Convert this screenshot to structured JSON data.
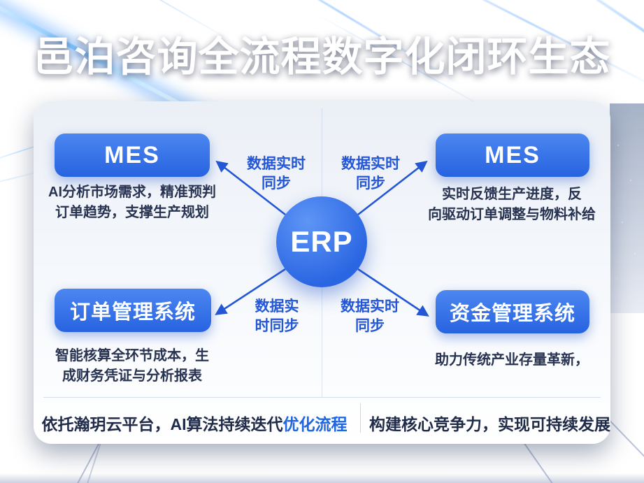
{
  "title": "邑泊咨询全流程数字化闭环生态",
  "center": {
    "label": "ERP"
  },
  "nodes": {
    "top_left": {
      "label": "MES",
      "desc": [
        "AI分析市场需求，精准预判",
        "订单趋势，支撑生产规划"
      ]
    },
    "top_right": {
      "label": "MES",
      "desc": [
        "实时反馈生产进度，反",
        "向驱动订单调整与物料补给"
      ]
    },
    "bottom_left": {
      "label": "订单管理系统",
      "desc": [
        "智能核算全环节成本，生",
        "成财务凭证与分析报表"
      ]
    },
    "bottom_right": {
      "label": "资金管理系统",
      "desc": [
        "助力传统产业存量革新，"
      ]
    }
  },
  "sync_labels": {
    "top_left": {
      "lines": [
        "数据实时",
        "同步"
      ]
    },
    "top_right": {
      "lines": [
        "数据实时",
        "同步"
      ]
    },
    "bottom_left": {
      "lines": [
        "数据实",
        "时同步"
      ]
    },
    "bottom_right": {
      "lines": [
        "数据实时",
        "同步"
      ]
    }
  },
  "footer": {
    "left_prefix": "依托瀚玥云平台，AI算法持续迭代",
    "left_highlight": "优化流程",
    "right": "构建核心竞争力，实现可持续发展"
  },
  "colors": {
    "accent_blue": "#2e6de8",
    "link_blue": "#2457d6",
    "dark_text": "#22304f",
    "card_bg": "#f5f8fc",
    "background_top": "#0a1a36",
    "background_bottom": "#e2e7f0"
  }
}
